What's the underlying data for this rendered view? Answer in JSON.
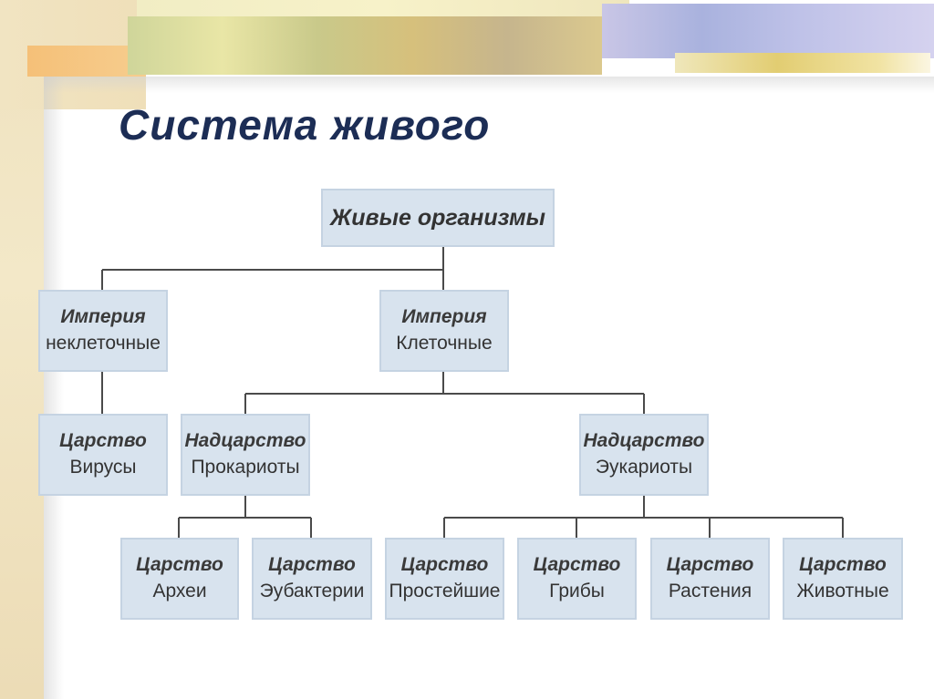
{
  "title": "Система живого",
  "root": {
    "label": "Живые организмы"
  },
  "empires": [
    {
      "rank": "Империя",
      "name": "неклеточные"
    },
    {
      "rank": "Империя",
      "name": "Клеточные"
    }
  ],
  "level3": [
    {
      "rank": "Царство",
      "name": "Вирусы"
    },
    {
      "rank": "Надцарство",
      "name": "Прокариоты"
    },
    {
      "rank": "Надцарство",
      "name": "Эукариоты"
    }
  ],
  "kingdoms": [
    {
      "rank": "Царство",
      "name": "Археи"
    },
    {
      "rank": "Царство",
      "name": "Эубактерии"
    },
    {
      "rank": "Царство",
      "name": "Простейшие"
    },
    {
      "rank": "Царство",
      "name": "Грибы"
    },
    {
      "rank": "Царство",
      "name": "Растения"
    },
    {
      "rank": "Царство",
      "name": "Животные"
    }
  ]
}
